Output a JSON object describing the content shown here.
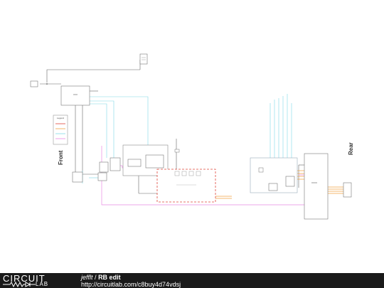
{
  "labels": {
    "front": "Front",
    "rear": "Rear",
    "legend_title": "Legend"
  },
  "footer": {
    "brand_top": "CIRCUIT",
    "brand_bottom": "LAB",
    "author": "jefflt",
    "separator": "/",
    "circuit_name": "RB edit",
    "url": "http://circuitlab.com/c8buy4d74vdsj"
  },
  "colors": {
    "wire_black": "#555555",
    "wire_cyan": "#7fd8e6",
    "wire_pink": "#e98be3",
    "wire_orange": "#f0a040",
    "box_red": "#e0453a",
    "footer_bg": "#1a1a1a"
  }
}
